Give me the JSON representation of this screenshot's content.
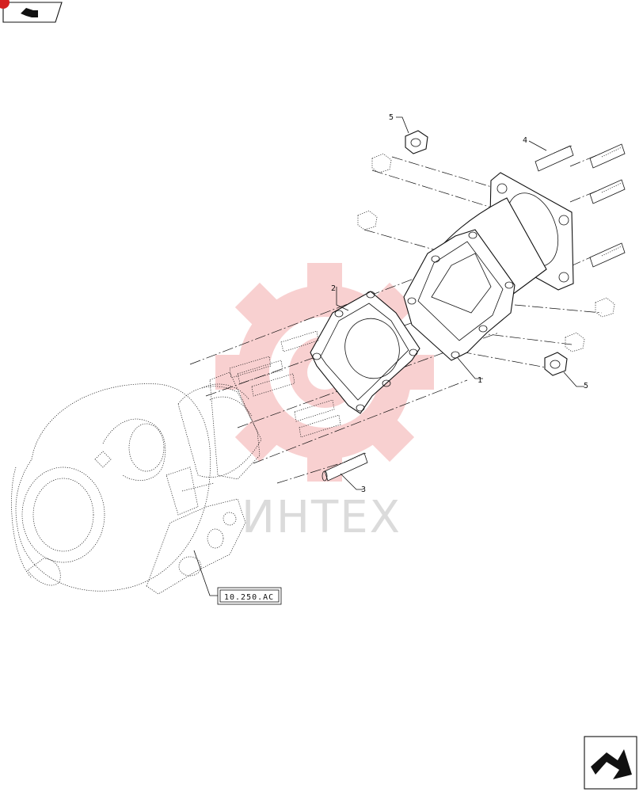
{
  "callouts": {
    "part1": "1",
    "part2": "2",
    "part3": "3",
    "part4": "4",
    "part5a": "5",
    "part5b": "5"
  },
  "reference_label": "10.250.AC",
  "watermark_text": "ИНТЕХ",
  "icons": {
    "prev_nav": "arrow-back-icon",
    "next_nav": "arrow-forward-icon"
  },
  "colors": {
    "line": "#111111",
    "watermark_gear": "#e85a5a",
    "corner_marker": "#d42020"
  }
}
